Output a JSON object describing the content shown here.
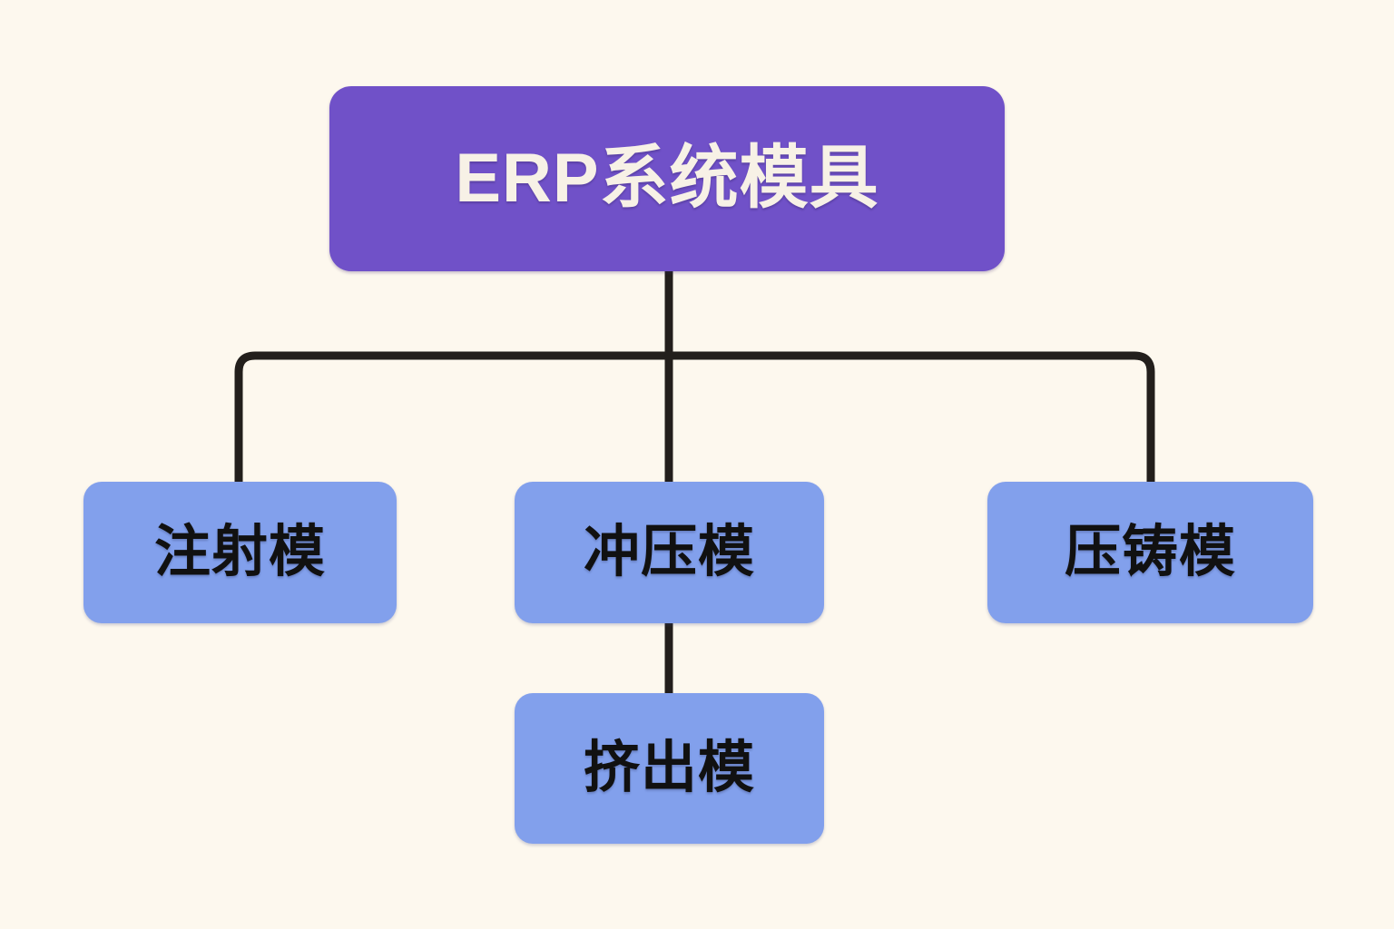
{
  "diagram": {
    "type": "organization-tree",
    "background_color": "#fdf8ee",
    "connector_color": "#231f1c",
    "root": {
      "id": "erp-system-mold",
      "label": "ERP系统模具",
      "fill_color": "#7051c8",
      "text_color": "#f7f1e6"
    },
    "children": [
      {
        "id": "injection-mold",
        "label": "注射模",
        "fill_color": "#82a0ec",
        "text_color": "#111111"
      },
      {
        "id": "stamping-mold",
        "label": "冲压模",
        "fill_color": "#82a0ec",
        "text_color": "#111111"
      },
      {
        "id": "diecasting-mold",
        "label": "压铸模",
        "fill_color": "#82a0ec",
        "text_color": "#111111"
      }
    ],
    "grandchildren": [
      {
        "id": "extrusion-mold",
        "label": "挤出模",
        "parent": "stamping-mold",
        "fill_color": "#82a0ec",
        "text_color": "#111111"
      }
    ]
  }
}
